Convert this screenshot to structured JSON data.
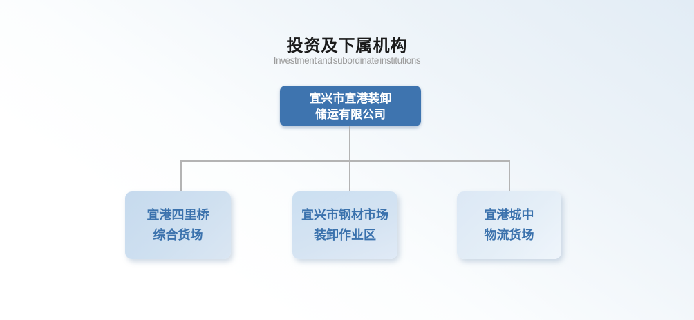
{
  "header": {
    "title": "投资及下属机构",
    "subtitle": "Investment and subordinate institutions"
  },
  "org_chart": {
    "root": {
      "line1": "宜兴市宜港装卸",
      "line2": "储运有限公司"
    },
    "children": [
      {
        "line1": "宜港四里桥",
        "line2": "综合货场"
      },
      {
        "line1": "宜兴市钢材市场",
        "line2": "装卸作业区"
      },
      {
        "line1": "宜港城中",
        "line2": "物流货场"
      }
    ]
  },
  "colors": {
    "root_box_bg": "#3e74af",
    "root_box_text": "#ffffff",
    "child_box_bg_start": "#c6daee",
    "child_box_bg_end": "#eff5fb",
    "child_box_text": "#3b72ad",
    "connector_line": "#b4b4b4",
    "title_text": "#1b1b1b",
    "subtitle_text": "#9b9b9b",
    "background_top": "#e2ecf5",
    "background_bottom": "#ffffff"
  }
}
